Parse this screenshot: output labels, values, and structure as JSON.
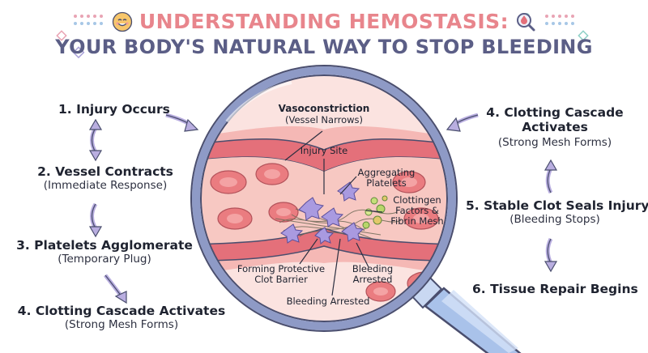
{
  "header": {
    "title_line1": "UNDERSTANDING HEMOSTASIS:",
    "title_line2": "YOUR BODY'S NATURAL WAY TO STOP BLEEDING"
  },
  "left_steps": [
    {
      "title": "1. Injury Occurs",
      "subtitle": ""
    },
    {
      "title": "2. Vessel Contracts",
      "subtitle": "(Immediate Response)"
    },
    {
      "title": "3. Platelets Agglomerate",
      "subtitle": "(Temporary Plug)"
    },
    {
      "title": "4. Clotting Cascade Activates",
      "subtitle": "(Strong Mesh Forms)"
    }
  ],
  "right_steps": [
    {
      "title_line1": "4. Clotting Cascade",
      "title_line2": "Activates",
      "subtitle": "(Strong Mesh Forms)"
    },
    {
      "title": "5. Stable Clot Seals Injury",
      "subtitle": "(Bleeding Stops)"
    },
    {
      "title": "6. Tissue Repair Begins",
      "subtitle": ""
    }
  ],
  "magnifier": {
    "vasoconstriction": "Vasoconstriction",
    "vessel_narrows": "(Vessel Narrows)",
    "injury_site": "Injury Site",
    "aggregating_line1": "Aggregating",
    "aggregating_line2": "Platelets",
    "clotting_line1": "Clottingen",
    "clotting_line2": "Factors &",
    "clotting_line3": "Fibrin Mesh",
    "forming_line1": "Forming Protective",
    "forming_line2": "Clot Barrier",
    "bleeding_arrested_line1": "Bleeding",
    "bleeding_arrested_line2": "Arrested",
    "bleeding_arrested_bottom": "Bleeding Arrested"
  },
  "colors": {
    "title_pink": "#e8858c",
    "title_navy": "#5b5e86",
    "arrow_purple": "#b9aee0",
    "lens_rim": "#7f8ab8",
    "vessel_red": "#e4707a",
    "handle_blue": "#a9c2ea"
  },
  "icons": [
    "smiley-face-icon",
    "magnifier-blood-drop-icon"
  ]
}
